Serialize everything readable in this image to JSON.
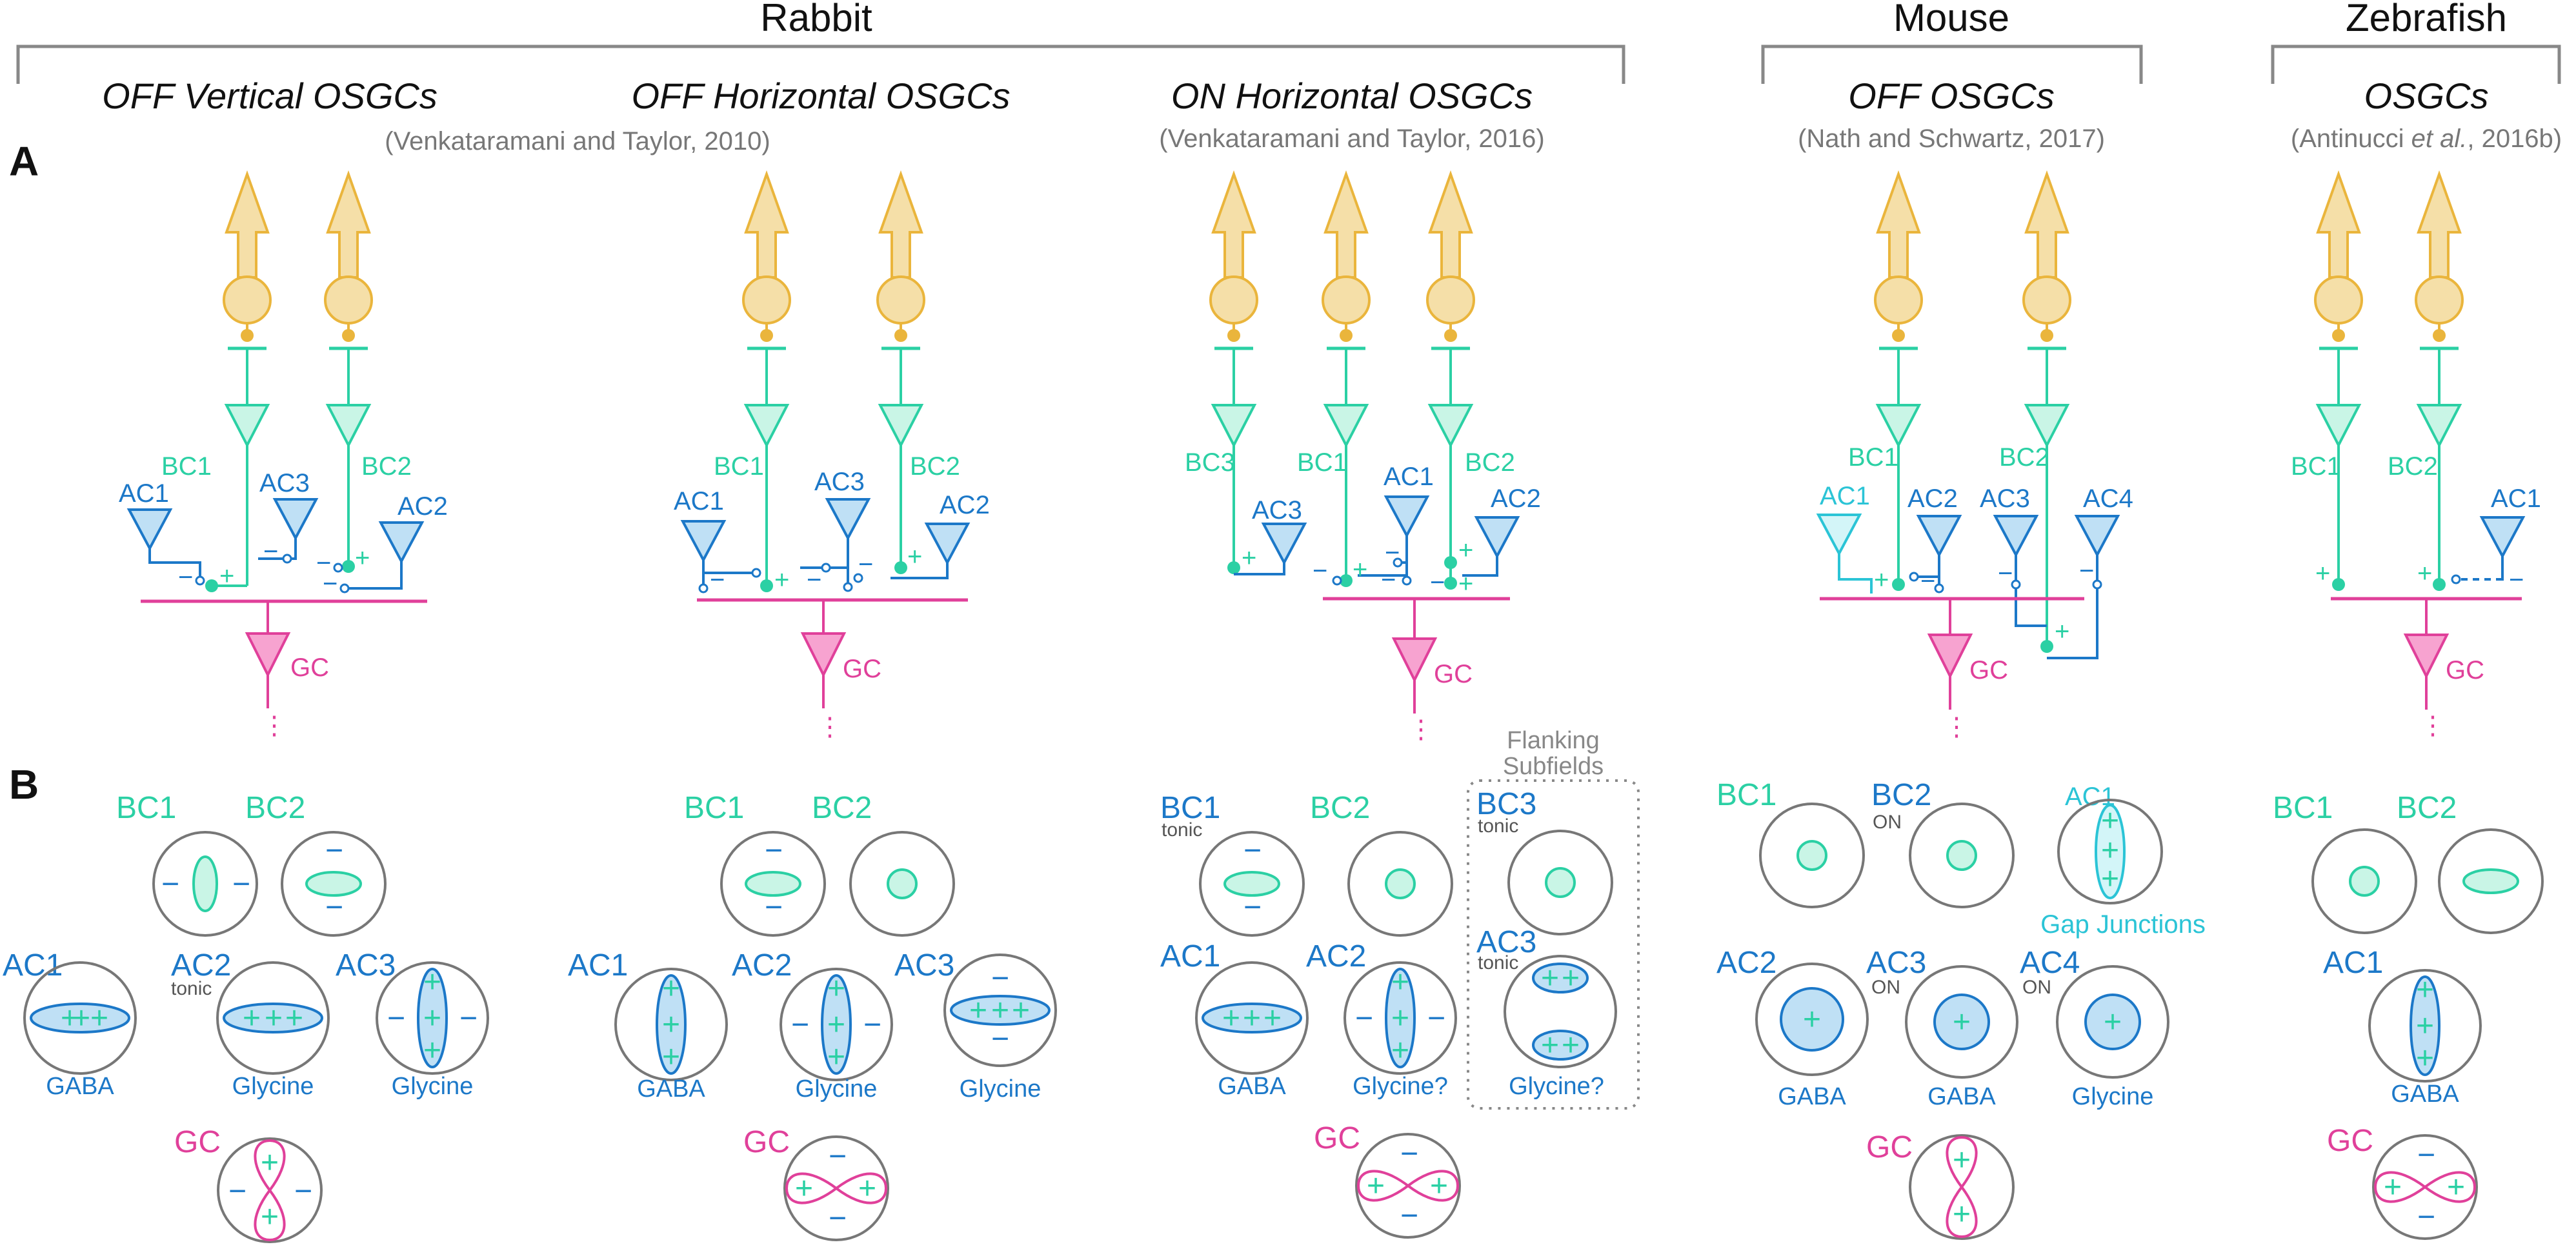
{
  "species": [
    "Rabbit",
    "Mouse",
    "Zebrafish"
  ],
  "panels": [
    {
      "title": "OFF Vertical OSGCs",
      "citation": ""
    },
    {
      "title": "OFF Horizontal OSGCs",
      "citation": "(Venkataramani and Taylor, 2010)"
    },
    {
      "title": "ON Horizontal OSGCs",
      "citation": "(Venkataramani and Taylor, 2016)"
    },
    {
      "title": "OFF OSGCs",
      "citation": "(Nath and Schwartz, 2017)"
    },
    {
      "title": "OSGCs",
      "citation_pre": "(Antinucci ",
      "citation_it": "et al.",
      "citation_post": ", 2016b)"
    }
  ],
  "panel_letters": [
    "A",
    "B"
  ],
  "labels": {
    "bc1": "BC1",
    "bc2": "BC2",
    "bc3": "BC3",
    "ac1": "AC1",
    "ac2": "AC2",
    "ac3": "AC3",
    "ac4": "AC4",
    "gc": "GC",
    "plus": "+",
    "minus": "−",
    "dots": "⋮",
    "tonic": "tonic",
    "on": "ON",
    "gaba": "GABA",
    "glycine": "Glycine",
    "glycine_q": "Glycine?",
    "gap": "Gap Junctions",
    "flank1": "Flanking",
    "flank2": "Subfields"
  },
  "colors": {
    "photoreceptor": "#f5dfa8",
    "photoreceptor_stroke": "#eab53c",
    "bipolar": "#2bd0a4",
    "amacrine": "#1c78c8",
    "ganglion": "#e0409a",
    "gap_amacrine": "#2bc4d6",
    "ring": "#777777"
  }
}
